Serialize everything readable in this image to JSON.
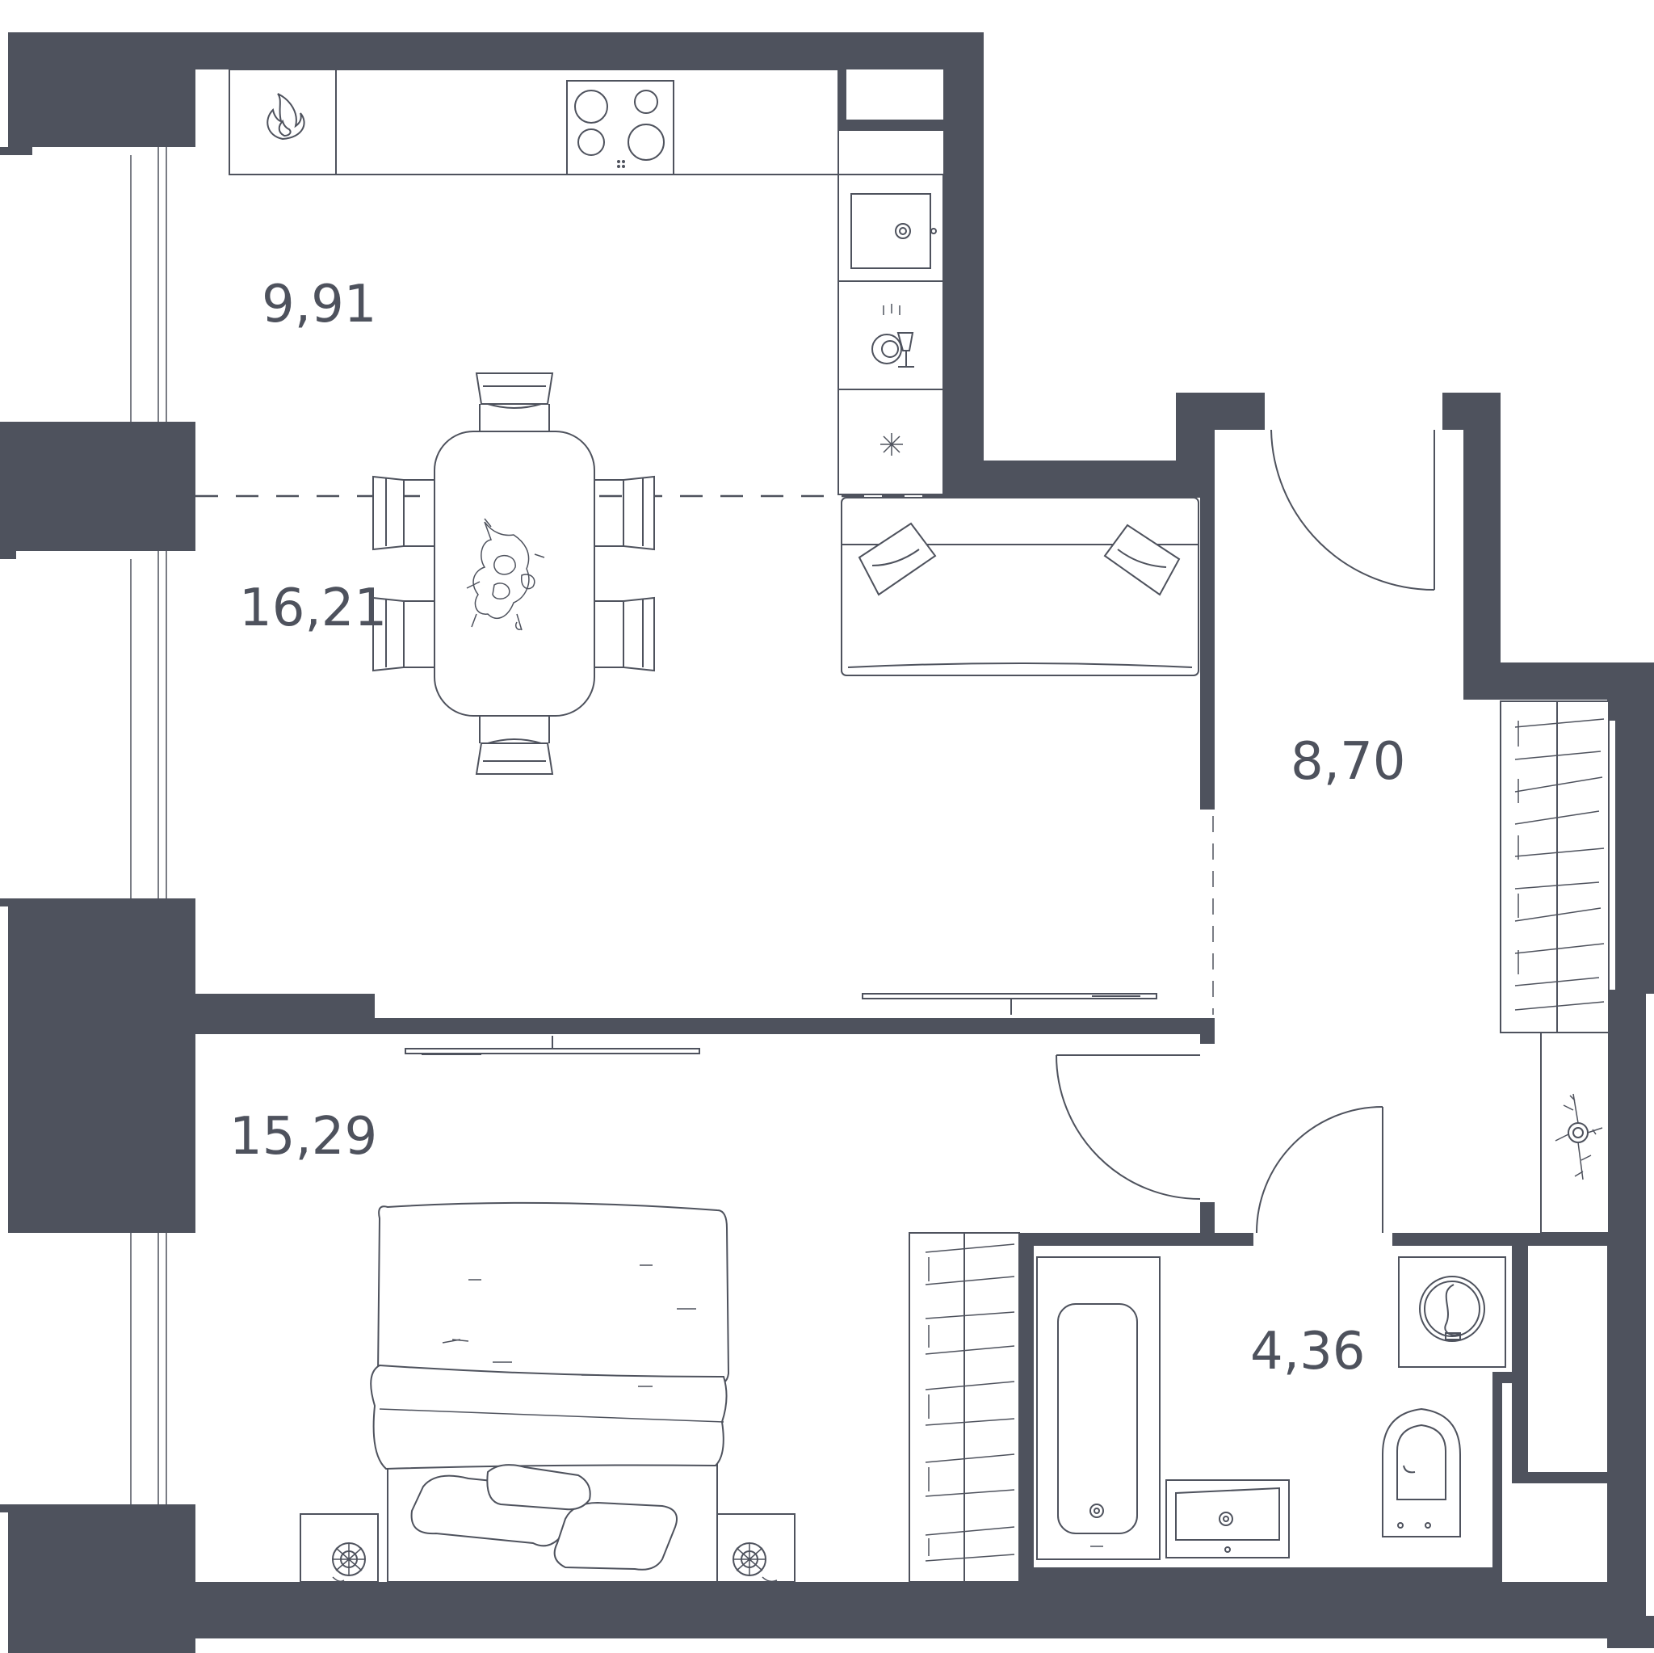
{
  "rooms": {
    "kitchen": {
      "area": "9,91"
    },
    "living": {
      "area": "16,21"
    },
    "hall": {
      "area": "8,70"
    },
    "bedroom": {
      "area": "15,29"
    },
    "bathroom": {
      "area": "4,36"
    }
  },
  "icons": [
    "flame-icon",
    "cooktop-icon",
    "sink-icon",
    "dishwasher-icon",
    "fridge-icon",
    "dining-table-icon",
    "sofa-icon",
    "tv-icon",
    "bed-icon",
    "bathtub-icon",
    "washbasin-icon",
    "washing-machine-icon",
    "toilet-icon",
    "wardrobe-icon",
    "plant-icon",
    "lamp-icon"
  ],
  "colors": {
    "wall": "#4e525d",
    "background": "#ffffff"
  }
}
